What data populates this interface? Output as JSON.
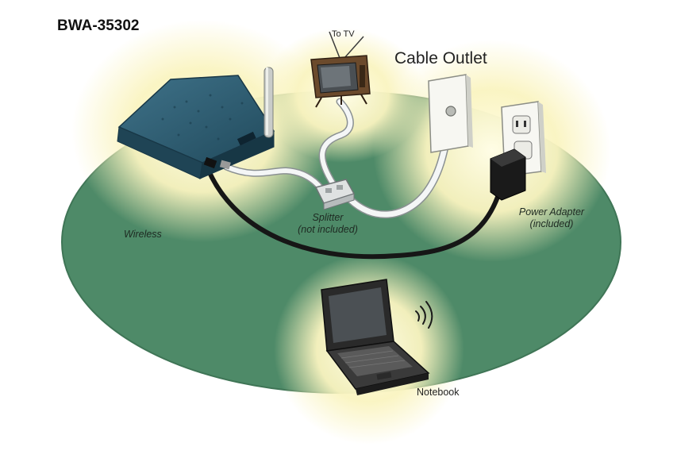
{
  "diagram": {
    "title": "BWA-35302",
    "labels": {
      "cable_outlet": "Cable Outlet",
      "to_tv": "To TV",
      "wireless": "Wireless",
      "splitter_line1": "Splitter",
      "splitter_line2": "(not included)",
      "power_adapter_line1": "Power Adapter",
      "power_adapter_line2": "(included)",
      "notebook": "Notebook"
    },
    "colors": {
      "ground": "#4e8a68",
      "ground_edge": "#3f7556",
      "glow": "#fbf6c8",
      "router": "#2e5b70",
      "cable_white": "#f4f6f6",
      "cable_black": "#161616",
      "wall_plate": "#f7f7f2"
    },
    "icons": [
      "router-icon",
      "antenna-icon",
      "tv-icon",
      "wall-plate-icon",
      "power-outlet-icon",
      "power-adapter-icon",
      "splitter-icon",
      "laptop-icon",
      "wifi-signal-icon"
    ]
  }
}
